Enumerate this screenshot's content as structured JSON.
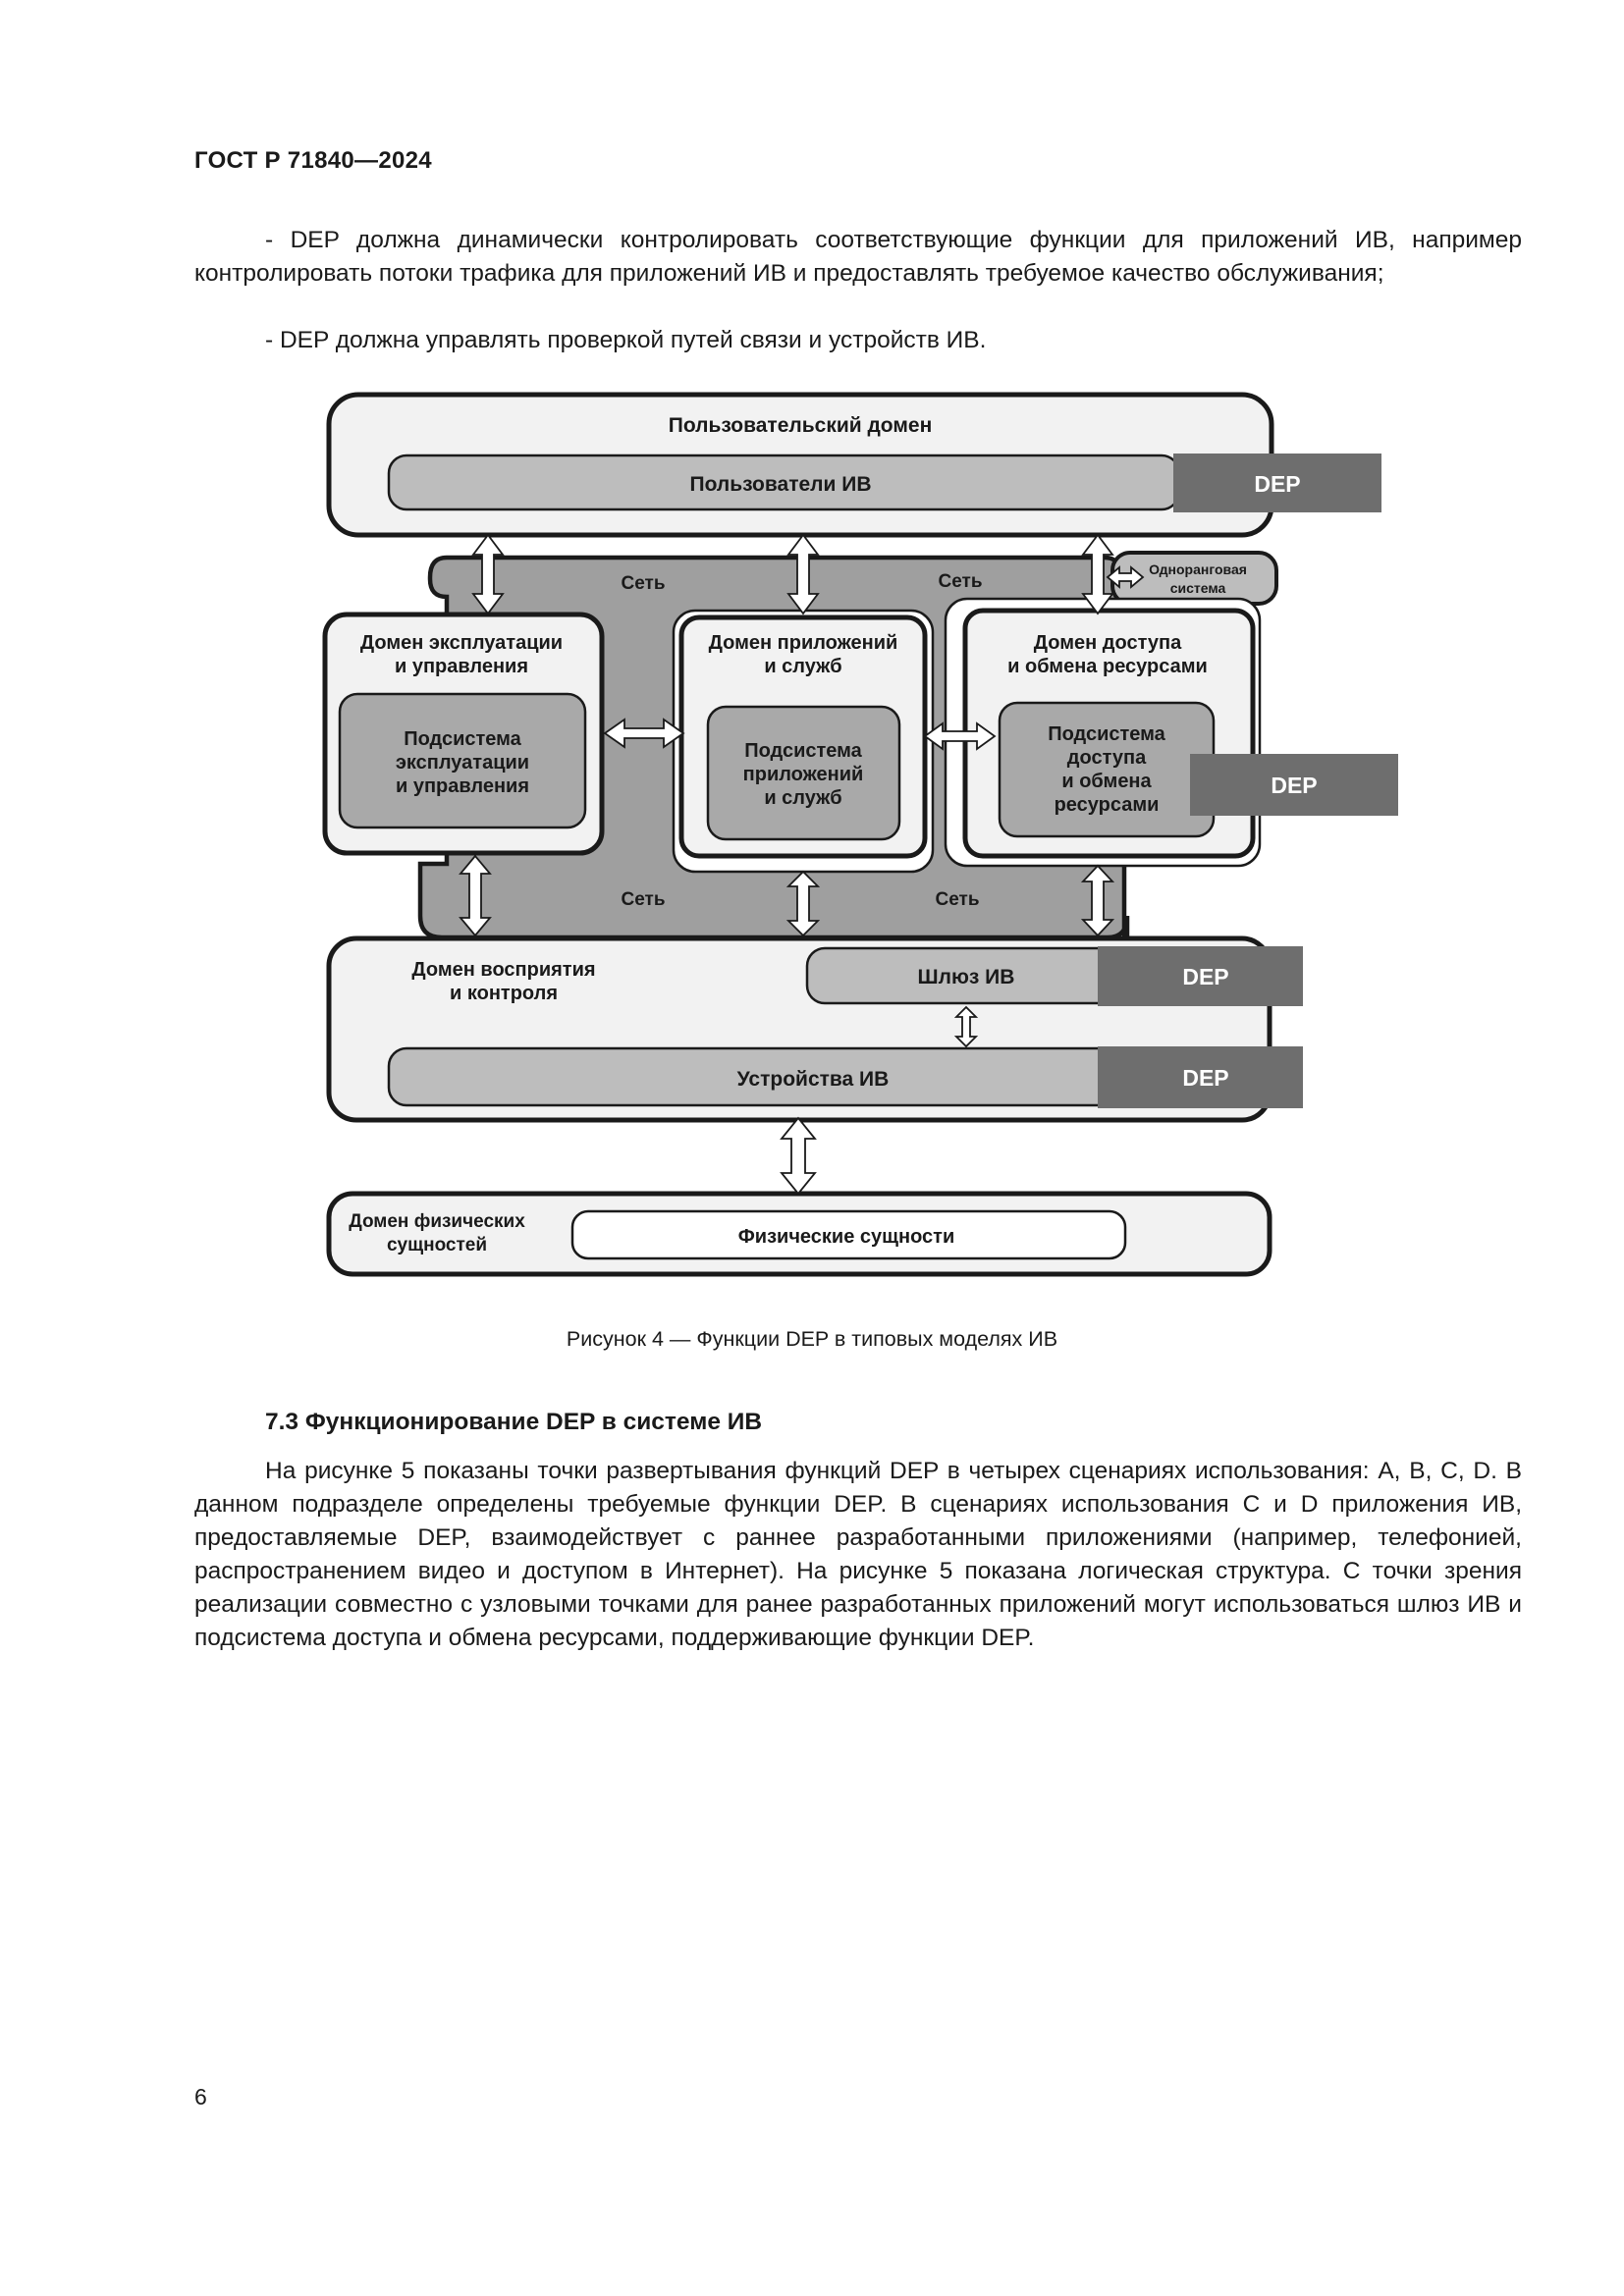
{
  "header": {
    "title": "ГОСТ Р 71840—2024"
  },
  "intro": {
    "bullet_1": "- DEP должна динамически контролировать соответствующие функции для приложений ИВ, например контролировать потоки трафика для приложений ИВ и предоставлять требуемое качество обслуживания;",
    "bullet_2": "- DEP должна управлять проверкой путей связи и устройств ИВ."
  },
  "diagram": {
    "user_domain": "Пользовательский домен",
    "iv_users": "Пользователи ИВ",
    "dep": "DEP",
    "network": "Сеть",
    "peer_system": [
      "Одноранговая",
      "система"
    ],
    "ops_domain": [
      "Домен эксплуатации",
      "и управления"
    ],
    "ops_subsystem": [
      "Подсистема",
      "эксплуатации",
      "и управления"
    ],
    "app_domain": [
      "Домен приложений",
      "и служб"
    ],
    "app_subsystem": [
      "Подсистема",
      "приложений",
      "и служб"
    ],
    "access_domain": [
      "Домен доступа",
      "и обмена ресурсами"
    ],
    "access_subsystem": [
      "Подсистема",
      "доступа",
      "и обмена",
      "ресурсами"
    ],
    "sense_domain": [
      "Домен восприятия",
      "и контроля"
    ],
    "iv_gateway": "Шлюз ИВ",
    "iv_devices": "Устройства ИВ",
    "physical_domain": [
      "Домен физических",
      "сущностей"
    ],
    "physical_entities": "Физические сущности"
  },
  "figure": {
    "caption": "Рисунок 4 — Функции DEP в типовых моделях ИВ"
  },
  "section": {
    "title": "7.3 Функционирование DEP в системе ИВ",
    "body": "На рисунке 5 показаны точки развертывания функций DEP в четырех сценариях использования: A, B, C, D. В данном подразделе определены требуемые функции DEP. В сценариях использования C и D приложения ИВ, предоставляемые DEP, взаимодействует с раннее разработанными приложениями (например, телефонией, распространением видео и доступом в Интернет). На рисунке 5 показана логическая структура. С точки зрения реализации совместно с узловыми точками для ранее разработанных приложений могут использоваться шлюз ИВ и подсистема доступа и обмена ресурсами, поддерживающие функции DEP."
  },
  "footer": {
    "page_number": "6"
  },
  "colors": {
    "domain_fill": "#f2f2f2",
    "bar_fill": "#bdbdbd",
    "network_fill": "#9f9f9f",
    "subsystem_fill": "#a9a9a9",
    "dep_fill": "#6e6e6e",
    "outline": "#1a1a1a"
  }
}
